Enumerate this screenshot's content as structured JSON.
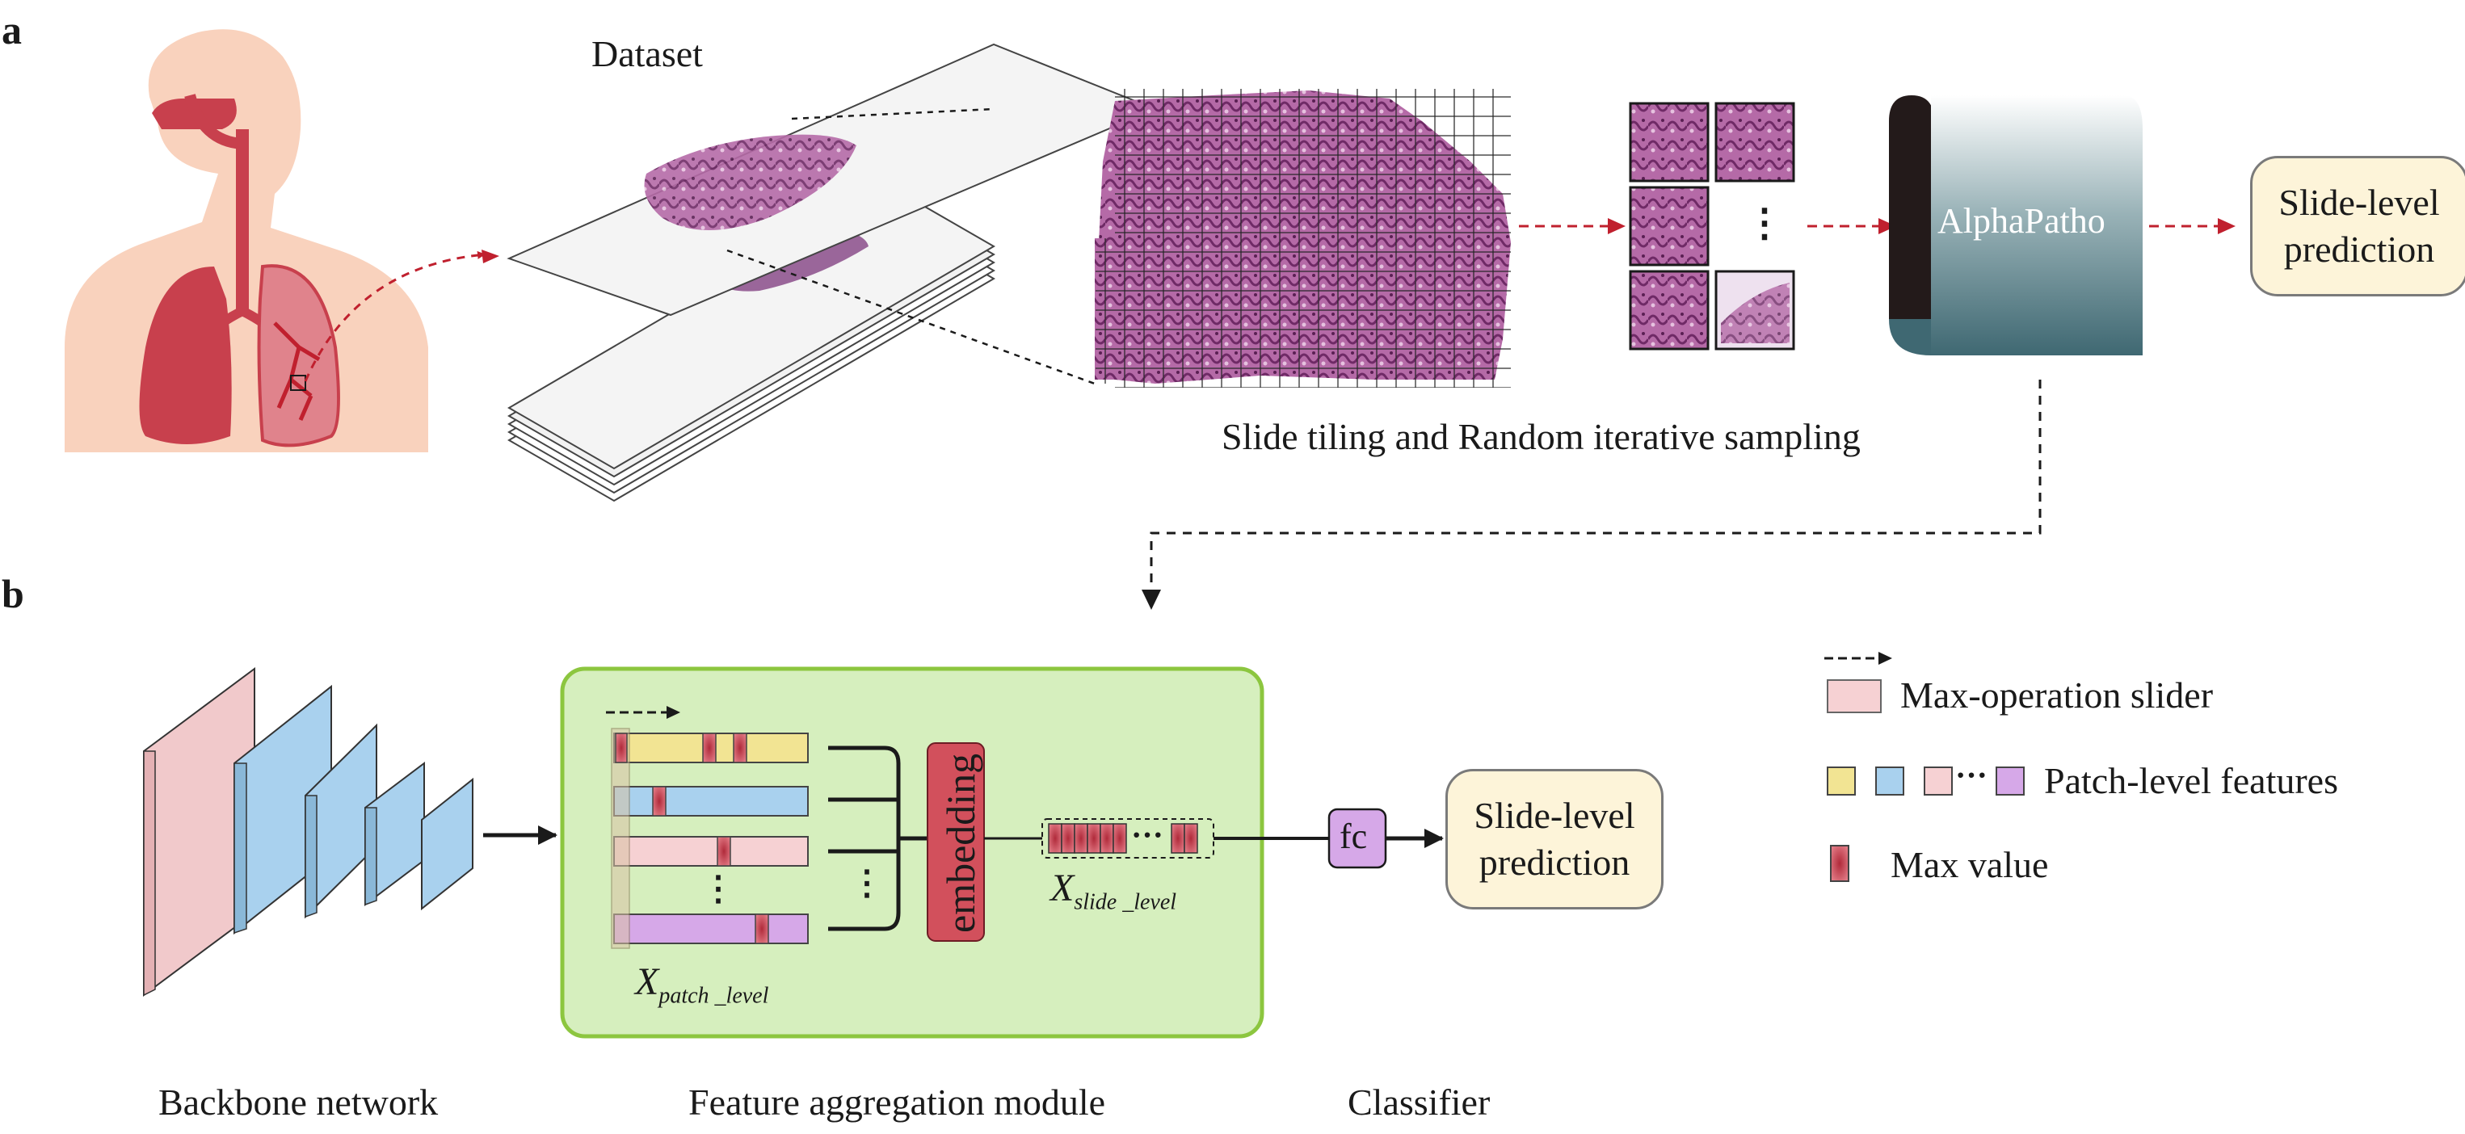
{
  "panel_a": {
    "label": "a",
    "dataset_label": "Dataset",
    "tiling_caption": "Slide tiling and Random iterative sampling",
    "model_name": "AlphaPatho",
    "prediction_line1": "Slide-level",
    "prediction_line2": "prediction",
    "ellipsis": "⋮"
  },
  "panel_b": {
    "label": "b",
    "embedding_label": "embedding",
    "x_patch_main": "X",
    "x_patch_sub": "patch _level",
    "x_slide_main": "X",
    "x_slide_sub": "slide _level",
    "fc_label": "fc",
    "prediction_line1": "Slide-level",
    "prediction_line2": "prediction",
    "backbone_caption": "Backbone network",
    "aggregation_caption": "Feature aggregation module",
    "classifier_caption": "Classifier",
    "vertical_ellipsis": "⋮",
    "horizontal_ellipsis": "···"
  },
  "legend": {
    "slider_label": "Max-operation slider",
    "features_label": "Patch-level features",
    "features_ellipsis": "···",
    "max_value_label": "Max value"
  },
  "colors": {
    "skin": "#f9d2bd",
    "lung": "#c8404d",
    "lung_light": "#e0838c",
    "arrow_red": "#c0202e",
    "tissue": "#9b4a8e",
    "model_dark": "#231a1a",
    "model_teal": "#3f6872",
    "green_panel": "#d6efbe",
    "green_border": "#8cc63f",
    "backbone_pink": "#f1c9cb",
    "backbone_blue": "#a9d1ee",
    "feature_yellow": "#f2e493",
    "feature_blue": "#a9d1ee",
    "feature_pink": "#f6d1d3",
    "feature_purple": "#d6a8e8",
    "max_red": "#d2505c",
    "fc_purple": "#d6a8e8",
    "prediction_fill": "#fdf4d9"
  }
}
